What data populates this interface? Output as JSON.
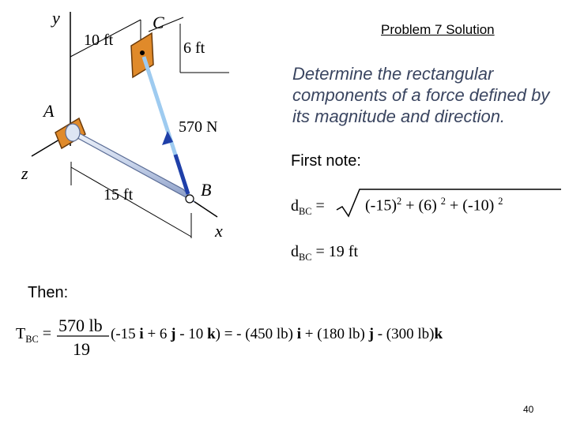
{
  "title": "Problem 7 Solution",
  "description": "Determine the rectangular components of a force defined by its magnitude and direction.",
  "diagram": {
    "axis_y": "y",
    "axis_z": "z",
    "axis_x": "x",
    "point_c": "C",
    "point_a": "A",
    "point_b": "B",
    "dim_10ft": "10 ft",
    "dim_6ft": "6 ft",
    "dim_15ft": "15 ft",
    "force": "570 N"
  },
  "first_note": {
    "heading": "First note:",
    "d_label": "d",
    "d_sub": "BC",
    "equals": " =",
    "term1": "(-15)",
    "exp1": "2",
    "term2": " + (6) ",
    "exp2": "2",
    "term3": " + (-10) ",
    "exp3": "2",
    "result_label": "d",
    "result_sub": "BC",
    "result_value": " = 19 ft"
  },
  "then": {
    "heading": "Then:",
    "t_label": "T",
    "t_sub": "BC",
    "equals": " =",
    "numerator": "570 lb",
    "denominator": "19",
    "expr_open": "(-15 ",
    "i1": "i",
    "expr_a": " + 6 ",
    "j1": "j",
    "expr_b": " - 10 ",
    "k1": "k",
    "expr_c": ") = - (450 lb) ",
    "i2": "i",
    "expr_d": " + (180 lb) ",
    "j2": "j",
    "expr_e": " - (300 lb)",
    "k2": "k"
  },
  "page_number": "40",
  "colors": {
    "cable": "#9ecbf0",
    "cable_tip": "#1f3fa8",
    "plate": "#e08a2a",
    "rod_light": "#e8eef8",
    "rod_dark": "#9aaed2"
  }
}
